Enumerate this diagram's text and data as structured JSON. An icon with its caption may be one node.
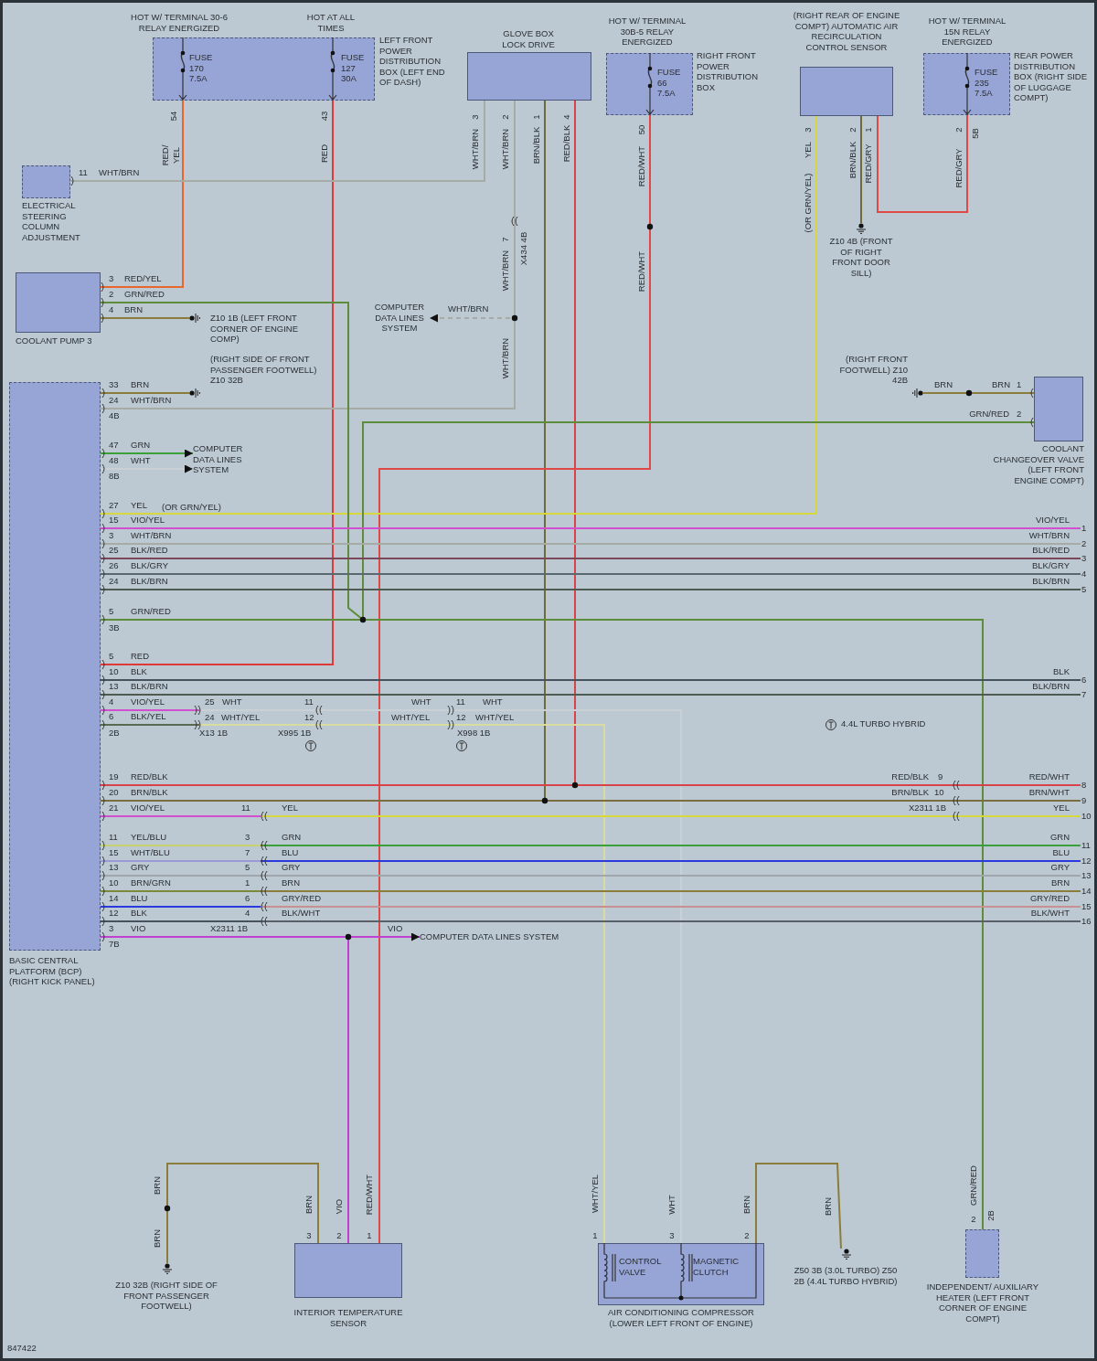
{
  "diagram": {
    "nodes": [
      {
        "text": [
          "HOT W/ TERMINAL 30-6 RELAY ENERGIZED",
          "HOT AT ALL TIMES",
          "FUSE 170 7.5A",
          "FUSE 127 30A",
          "LEFT FRONT POWER DISTRIBUTION BOX (LEFT END OF DASH)"
        ]
      },
      {
        "text": [
          "ELECTRICAL STEERING COLUMN ADJUSTMENT"
        ]
      },
      {
        "text": [
          "COOLANT PUMP 3"
        ]
      },
      {
        "text": [
          "BASIC CENTRAL PLATFORM (BCP) (RIGHT KICK PANEL)"
        ]
      },
      {
        "text": [
          "GLOVE BOX LOCK DRIVE"
        ]
      },
      {
        "text": [
          "HOT W/ TERMINAL 30B-5 RELAY ENERGIZED",
          "FUSE 66 7.5A",
          "RIGHT FRONT POWER DISTRIBUTION BOX"
        ]
      },
      {
        "text": [
          "(RIGHT REAR OF ENGINE COMPT) AUTOMATIC AIR RECIRCULATION CONTROL SENSOR"
        ]
      },
      {
        "text": [
          "HOT W/ TERMINAL 15N RELAY ENERGIZED",
          "FUSE 235 7.5A",
          "REAR POWER DISTRIBUTION BOX (RIGHT SIDE OF LUGGAGE COMPT)"
        ]
      },
      {
        "text": [
          "COOLANT CHANGEOVER VALVE (LEFT FRONT ENGINE COMPT)"
        ]
      },
      {
        "text": [
          "INTERIOR TEMPERATURE SENSOR"
        ]
      },
      {
        "text": [
          "CONTROL VALVE",
          "MAGNETIC CLUTCH",
          "AIR CONDITIONING COMPRESSOR (LOWER LEFT FRONT OF ENGINE)"
        ]
      },
      {
        "text": [
          "INDEPENDENT/ AUXILIARY HEATER (LEFT FRONT CORNER OF ENGINE COMPT)"
        ]
      },
      {
        "text": [
          "Z10 1B (LEFT FRONT CORNER OF ENGINE COMP)"
        ]
      },
      {
        "text": [
          "(RIGHT SIDE OF FRONT PASSENGER FOOTWELL) Z10 32B"
        ]
      },
      {
        "text": [
          "Z10 4B (FRONT OF RIGHT FRONT DOOR SILL)"
        ]
      },
      {
        "text": [
          "(RIGHT FRONT FOOTWELL) Z10 42B"
        ]
      },
      {
        "text": [
          "Z10 32B (RIGHT SIDE OF FRONT PASSENGER FOOTWELL)"
        ]
      },
      {
        "text": [
          "Z50 3B (3.0L TURBO) Z50 2B (4.4L TURBO HYBRID)"
        ]
      },
      {
        "text": [
          "COMPUTER DATA LINES SYSTEM"
        ]
      },
      {
        "text": [
          "COMPUTER DATA LINES SYSTEM"
        ]
      },
      {
        "text": [
          "COMPUTER DATA LINES SYSTEM"
        ]
      },
      {
        "text": [
          "1"
        ]
      },
      {
        "text": [
          "2"
        ]
      },
      {
        "text": [
          "3"
        ]
      },
      {
        "text": [
          "4"
        ]
      },
      {
        "text": [
          "5"
        ]
      },
      {
        "text": [
          "6"
        ]
      },
      {
        "text": [
          "7"
        ]
      },
      {
        "text": [
          "8"
        ]
      },
      {
        "text": [
          "9"
        ]
      },
      {
        "text": [
          "10"
        ]
      },
      {
        "text": [
          "11"
        ]
      },
      {
        "text": [
          "12"
        ]
      },
      {
        "text": [
          "13"
        ]
      },
      {
        "text": [
          "14"
        ]
      },
      {
        "text": [
          "15"
        ]
      },
      {
        "text": [
          "16"
        ]
      }
    ],
    "edges": [
      {
        "from": 0,
        "to": 2,
        "arrow": "none",
        "color": "#e8662e"
      },
      {
        "from": 0,
        "to": 3,
        "arrow": "none",
        "color": "#e0393a"
      },
      {
        "from": 4,
        "to": 1,
        "arrow": "none",
        "color": "#a7aba5"
      },
      {
        "from": 4,
        "to": 18,
        "arrow": "to",
        "style": "dashed",
        "color": "#a7aba5"
      },
      {
        "from": 4,
        "to": 3,
        "arrow": "none",
        "color": "#a7aba5"
      },
      {
        "from": 4,
        "to": 3,
        "arrow": "none",
        "color": "#6e6a3c"
      },
      {
        "from": 4,
        "to": 3,
        "arrow": "none",
        "color": "#d8434a"
      },
      {
        "from": 5,
        "to": 9,
        "arrow": "none",
        "color": "#e04848"
      },
      {
        "from": 6,
        "to": 3,
        "arrow": "none",
        "color": "#d6d83c"
      },
      {
        "from": 6,
        "to": 14,
        "arrow": "none",
        "color": "#6e6a3c"
      },
      {
        "from": 6,
        "to": 7,
        "arrow": "none",
        "color": "#e04848"
      },
      {
        "from": 8,
        "to": 15,
        "arrow": "none",
        "color": "#8a7d3c"
      },
      {
        "from": 8,
        "to": 3,
        "arrow": "none",
        "color": "#5d8c3a"
      },
      {
        "from": 2,
        "to": 3,
        "arrow": "none",
        "color": "#5d8c3a"
      },
      {
        "from": 3,
        "to": 11,
        "arrow": "none",
        "color": "#5d8c3a"
      },
      {
        "from": 2,
        "to": 12,
        "arrow": "none",
        "color": "#8a7d3c"
      },
      {
        "from": 3,
        "to": 13,
        "arrow": "none",
        "color": "#8a7d3c"
      },
      {
        "from": 3,
        "to": 19,
        "arrow": "to",
        "color": "#3aa03a"
      },
      {
        "from": 3,
        "to": 19,
        "arrow": "to",
        "color": "#c9d1d6"
      },
      {
        "from": 3,
        "to": 21,
        "arrow": "none",
        "color": "#d050d0"
      },
      {
        "from": 3,
        "to": 22,
        "arrow": "none",
        "color": "#a7aba5"
      },
      {
        "from": 3,
        "to": 23,
        "arrow": "none",
        "color": "#7a4858"
      },
      {
        "from": 3,
        "to": 24,
        "arrow": "none",
        "color": "#5a6870"
      },
      {
        "from": 3,
        "to": 25,
        "arrow": "none",
        "color": "#4f5a52"
      },
      {
        "from": 3,
        "to": 26,
        "arrow": "none",
        "color": "#48525c"
      },
      {
        "from": 3,
        "to": 27,
        "arrow": "none",
        "color": "#4f5a52"
      },
      {
        "from": 3,
        "to": 10,
        "arrow": "none",
        "color": "#c9d1d6"
      },
      {
        "from": 3,
        "to": 10,
        "arrow": "none",
        "color": "#d8dca0"
      },
      {
        "from": 3,
        "to": 28,
        "arrow": "none",
        "color": "#d8434a"
      },
      {
        "from": 3,
        "to": 29,
        "arrow": "none",
        "color": "#7a6e40"
      },
      {
        "from": 3,
        "to": 30,
        "arrow": "none",
        "color": "#d6d83c"
      },
      {
        "from": 3,
        "to": 31,
        "arrow": "none",
        "color": "#3aa03a"
      },
      {
        "from": 3,
        "to": 32,
        "arrow": "none",
        "color": "#2a3ae0"
      },
      {
        "from": 3,
        "to": 33,
        "arrow": "none",
        "color": "#a0a6ac"
      },
      {
        "from": 3,
        "to": 34,
        "arrow": "none",
        "color": "#8a7d3c"
      },
      {
        "from": 3,
        "to": 35,
        "arrow": "none",
        "color": "#c89090"
      },
      {
        "from": 3,
        "to": 36,
        "arrow": "none",
        "color": "#5a6068"
      },
      {
        "from": 3,
        "to": 20,
        "arrow": "to",
        "color": "#c040d0"
      },
      {
        "from": 3,
        "to": 9,
        "arrow": "none",
        "color": "#c040d0"
      },
      {
        "from": 9,
        "to": 16,
        "arrow": "none",
        "color": "#8a7d3c"
      },
      {
        "from": 10,
        "to": 17,
        "arrow": "none",
        "color": "#8a7d3c"
      }
    ],
    "labels": [
      "54",
      "RED/ YEL",
      "43",
      "RED",
      "3",
      "WHT/BRN",
      "2",
      "WHT/BRN",
      "1",
      "BRN/BLK",
      "4",
      "RED/BLK",
      "50",
      "RED/WHT",
      "3",
      "YEL",
      "(OR GRN/YEL)",
      "2",
      "BRN/BLK",
      "1",
      "RED/GRY",
      "2",
      "5B",
      "RED/GRY",
      "11",
      "WHT/BRN",
      "7",
      "WHT/BRN",
      "X434 4B",
      "RED/WHT",
      "3",
      "RED/YEL",
      "2",
      "GRN/RED",
      "4",
      "BRN",
      "WHT/BRN",
      "WHT/BRN",
      "33",
      "BRN",
      "24",
      "WHT/BRN",
      "4B",
      "BRN",
      "BRN",
      "1",
      "GRN/RED",
      "2",
      "47",
      "GRN",
      "48",
      "WHT",
      "8B",
      "27",
      "YEL",
      "(OR GRN/YEL)",
      "15",
      "VIO/YEL",
      "VIO/YEL",
      "3",
      "WHT/BRN",
      "WHT/BRN",
      "25",
      "BLK/RED",
      "BLK/RED",
      "26",
      "BLK/GRY",
      "BLK/GRY",
      "24",
      "BLK/BRN",
      "BLK/BRN",
      "5",
      "GRN/RED",
      "3B",
      "5",
      "RED",
      "10",
      "BLK",
      "BLK",
      "13",
      "BLK/BRN",
      "BLK/BRN",
      "4",
      "VIO/YEL",
      "25",
      "WHT",
      "11",
      "WHT",
      "11",
      "WHT",
      "6",
      "BLK/YEL",
      "24",
      "WHT/YEL",
      "12",
      "WHT/YEL",
      "12",
      "WHT/YEL",
      "2B",
      "X13 1B",
      "X995 1B",
      "X998 1B",
      "4.4L TURBO HYBRID",
      "19",
      "RED/BLK",
      "RED/BLK",
      "9",
      "RED/WHT",
      "20",
      "BRN/BLK",
      "BRN/BLK",
      "10",
      "BRN/WHT",
      "21",
      "VIO/YEL",
      "11",
      "YEL",
      "X2311 1B",
      "YEL",
      "11",
      "YEL/BLU",
      "3",
      "GRN",
      "GRN",
      "15",
      "WHT/BLU",
      "7",
      "BLU",
      "BLU",
      "13",
      "GRY",
      "5",
      "GRY",
      "GRY",
      "10",
      "BRN/GRN",
      "1",
      "BRN",
      "BRN",
      "14",
      "BLU",
      "6",
      "GRY/RED",
      "GRY/RED",
      "12",
      "BLK",
      "4",
      "BLK/WHT",
      "BLK/WHT",
      "3",
      "VIO",
      "X2311 1B",
      "VIO",
      "7B",
      "BRN",
      "BRN",
      "BRN",
      "3",
      "VIO",
      "2",
      "RED/WHT",
      "1",
      "WHT/YEL",
      "1",
      "WHT",
      "3",
      "BRN",
      "2",
      "BRN",
      "GRN/RED",
      "2",
      "2B",
      "847422"
    ]
  }
}
